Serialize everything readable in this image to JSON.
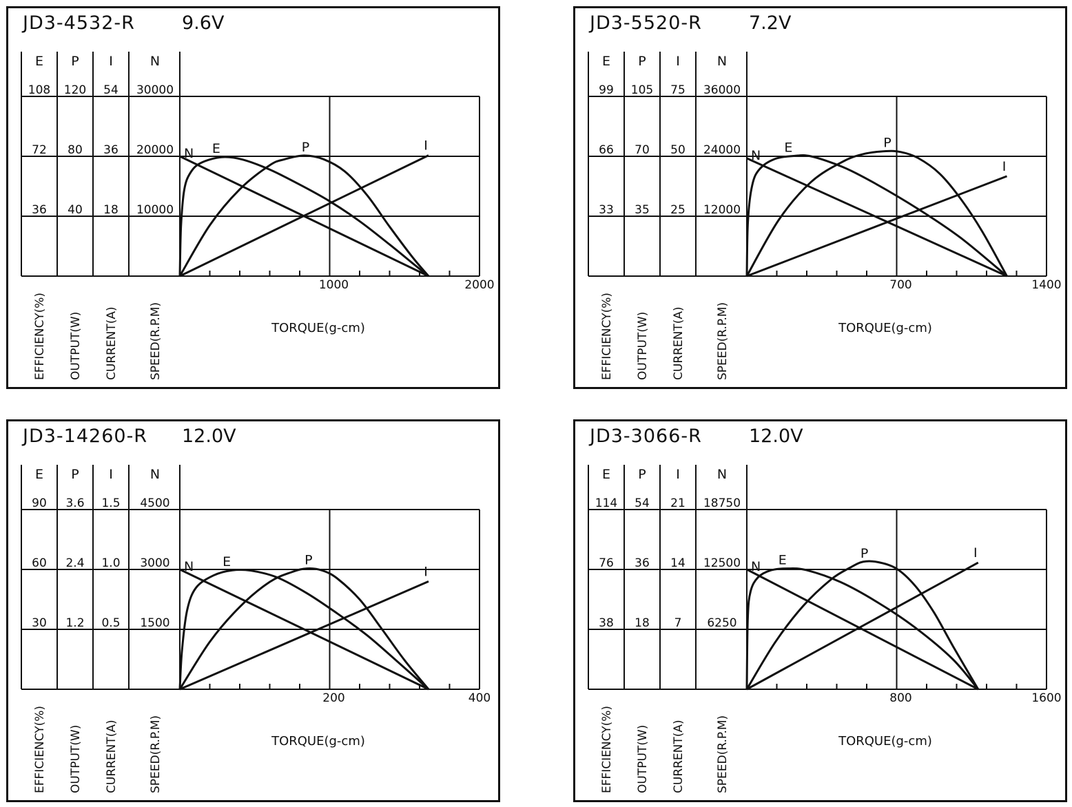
{
  "chart_data": [
    {
      "type": "line",
      "title": "JD3-4532-R",
      "voltage": "9.6V",
      "xlabel": "TORQUE(g-cm)",
      "xlim": [
        0,
        2000
      ],
      "x_tick_labels": [
        "1000",
        "2000"
      ],
      "grid": true,
      "columns": [
        {
          "key": "E",
          "label": "E",
          "axis_label": "EFFICIENCY(%)",
          "max": 108,
          "ticks": [
            "108",
            "72",
            "36"
          ]
        },
        {
          "key": "P",
          "label": "P",
          "axis_label": "OUTPUT(W)",
          "max": 120,
          "ticks": [
            "120",
            "80",
            "40"
          ]
        },
        {
          "key": "I",
          "label": "I",
          "axis_label": "CURRENT(A)",
          "max": 54,
          "ticks": [
            "54",
            "36",
            "18"
          ]
        },
        {
          "key": "N",
          "label": "N",
          "axis_label": "SPEED(R.P.M)",
          "max": 30000,
          "ticks": [
            "30000",
            "20000",
            "10000"
          ]
        }
      ],
      "series": [
        {
          "name": "N",
          "axis": "N",
          "points": [
            [
              0,
              20000
            ],
            [
              1660,
              0
            ]
          ]
        },
        {
          "name": "I",
          "axis": "I",
          "points": [
            [
              0,
              0
            ],
            [
              1660,
              36.3
            ]
          ]
        },
        {
          "name": "P",
          "axis": "P",
          "points": [
            [
              0,
              0
            ],
            [
              200,
              34
            ],
            [
              400,
              58
            ],
            [
              600,
              74
            ],
            [
              700,
              78
            ],
            [
              830,
              80.5
            ],
            [
              960,
              78
            ],
            [
              1100,
              70
            ],
            [
              1250,
              54
            ],
            [
              1400,
              33
            ],
            [
              1550,
              13
            ],
            [
              1660,
              0
            ]
          ]
        },
        {
          "name": "E",
          "axis": "E",
          "points": [
            [
              0,
              0
            ],
            [
              8,
              30
            ],
            [
              30,
              52
            ],
            [
              70,
              62
            ],
            [
              140,
              68
            ],
            [
              280,
              71.5
            ],
            [
              420,
              70
            ],
            [
              600,
              64
            ],
            [
              800,
              55
            ],
            [
              1000,
              45
            ],
            [
              1200,
              33
            ],
            [
              1400,
              19
            ],
            [
              1550,
              8
            ],
            [
              1660,
              0
            ]
          ]
        }
      ]
    },
    {
      "type": "line",
      "title": "JD3-5520-R",
      "voltage": "7.2V",
      "xlabel": "TORQUE(g-cm)",
      "xlim": [
        0,
        1400
      ],
      "x_tick_labels": [
        "700",
        "1400"
      ],
      "grid": true,
      "columns": [
        {
          "key": "E",
          "label": "E",
          "axis_label": "EFFICIENCY(%)",
          "max": 99,
          "ticks": [
            "99",
            "66",
            "33"
          ]
        },
        {
          "key": "P",
          "label": "P",
          "axis_label": "OUTPUT(W)",
          "max": 105,
          "ticks": [
            "105",
            "70",
            "35"
          ]
        },
        {
          "key": "I",
          "label": "I",
          "axis_label": "CURRENT(A)",
          "max": 75,
          "ticks": [
            "75",
            "50",
            "25"
          ]
        },
        {
          "key": "N",
          "label": "N",
          "axis_label": "SPEED(R.P.M)",
          "max": 36000,
          "ticks": [
            "36000",
            "24000",
            "12000"
          ]
        }
      ],
      "series": [
        {
          "name": "N",
          "axis": "N",
          "points": [
            [
              0,
              23600
            ],
            [
              1215,
              0
            ]
          ]
        },
        {
          "name": "I",
          "axis": "I",
          "points": [
            [
              0,
              0
            ],
            [
              1215,
              41.7
            ]
          ]
        },
        {
          "name": "P",
          "axis": "P",
          "points": [
            [
              0,
              0
            ],
            [
              150,
              33
            ],
            [
              300,
              55
            ],
            [
              450,
              67
            ],
            [
              550,
              71.5
            ],
            [
              650,
              73
            ],
            [
              720,
              72.5
            ],
            [
              800,
              69
            ],
            [
              900,
              60
            ],
            [
              1000,
              45
            ],
            [
              1100,
              26
            ],
            [
              1215,
              0
            ]
          ]
        },
        {
          "name": "E",
          "axis": "E",
          "points": [
            [
              0,
              0
            ],
            [
              5,
              30
            ],
            [
              25,
              50
            ],
            [
              60,
              59
            ],
            [
              130,
              64.5
            ],
            [
              220,
              66.2
            ],
            [
              300,
              66
            ],
            [
              450,
              60
            ],
            [
              600,
              51
            ],
            [
              800,
              37
            ],
            [
              1000,
              21
            ],
            [
              1215,
              0
            ]
          ]
        }
      ]
    },
    {
      "type": "line",
      "title": "JD3-14260-R",
      "voltage": "12.0V",
      "xlabel": "TORQUE(g-cm)",
      "xlim": [
        0,
        400
      ],
      "x_tick_labels": [
        "200",
        "400"
      ],
      "grid": true,
      "columns": [
        {
          "key": "E",
          "label": "E",
          "axis_label": "EFFICIENCY(%)",
          "max": 90,
          "ticks": [
            "90",
            "60",
            "30"
          ]
        },
        {
          "key": "P",
          "label": "P",
          "axis_label": "OUTPUT(W)",
          "max": 3.6,
          "ticks": [
            "3.6",
            "2.4",
            "1.2"
          ]
        },
        {
          "key": "I",
          "label": "I",
          "axis_label": "CURRENT(A)",
          "max": 1.5,
          "ticks": [
            "1.5",
            "1.0",
            "0.5"
          ]
        },
        {
          "key": "N",
          "label": "N",
          "axis_label": "SPEED(R.P.M)",
          "max": 4500,
          "ticks": [
            "4500",
            "3000",
            "1500"
          ]
        }
      ],
      "series": [
        {
          "name": "N",
          "axis": "N",
          "points": [
            [
              0,
              3000
            ],
            [
              332,
              0
            ]
          ]
        },
        {
          "name": "I",
          "axis": "I",
          "points": [
            [
              0,
              0
            ],
            [
              332,
              0.9
            ]
          ]
        },
        {
          "name": "P",
          "axis": "P",
          "points": [
            [
              0,
              0
            ],
            [
              40,
              0.95
            ],
            [
              80,
              1.65
            ],
            [
              120,
              2.15
            ],
            [
              150,
              2.35
            ],
            [
              170,
              2.42
            ],
            [
              190,
              2.38
            ],
            [
              210,
              2.22
            ],
            [
              240,
              1.8
            ],
            [
              270,
              1.2
            ],
            [
              300,
              0.58
            ],
            [
              332,
              0
            ]
          ]
        },
        {
          "name": "E",
          "axis": "E",
          "points": [
            [
              0,
              0
            ],
            [
              3,
              20
            ],
            [
              10,
              40
            ],
            [
              22,
              51
            ],
            [
              45,
              57
            ],
            [
              70,
              59.6
            ],
            [
              95,
              59.4
            ],
            [
              130,
              56
            ],
            [
              170,
              48
            ],
            [
              210,
              38
            ],
            [
              250,
              27
            ],
            [
              290,
              14
            ],
            [
              332,
              0
            ]
          ]
        }
      ]
    },
    {
      "type": "line",
      "title": "JD3-3066-R",
      "voltage": "12.0V",
      "xlabel": "TORQUE(g-cm)",
      "xlim": [
        0,
        1600
      ],
      "x_tick_labels": [
        "800",
        "1600"
      ],
      "grid": true,
      "columns": [
        {
          "key": "E",
          "label": "E",
          "axis_label": "EFFICIENCY(%)",
          "max": 114,
          "ticks": [
            "114",
            "76",
            "38"
          ]
        },
        {
          "key": "P",
          "label": "P",
          "axis_label": "OUTPUT(W)",
          "max": 54,
          "ticks": [
            "54",
            "36",
            "18"
          ]
        },
        {
          "key": "I",
          "label": "I",
          "axis_label": "CURRENT(A)",
          "max": 21,
          "ticks": [
            "21",
            "14",
            "7"
          ]
        },
        {
          "key": "N",
          "label": "N",
          "axis_label": "SPEED(R.P.M)",
          "max": 18750,
          "ticks": [
            "18750",
            "12500",
            "6250"
          ]
        }
      ],
      "series": [
        {
          "name": "N",
          "axis": "N",
          "points": [
            [
              0,
              12500
            ],
            [
              1235,
              0
            ]
          ]
        },
        {
          "name": "I",
          "axis": "I",
          "points": [
            [
              0,
              0
            ],
            [
              1235,
              14.8
            ]
          ]
        },
        {
          "name": "P",
          "axis": "P",
          "points": [
            [
              0,
              0
            ],
            [
              150,
              14
            ],
            [
              300,
              25
            ],
            [
              450,
              33
            ],
            [
              550,
              36.5
            ],
            [
              620,
              38.3
            ],
            [
              700,
              38.2
            ],
            [
              800,
              36.2
            ],
            [
              900,
              31
            ],
            [
              1000,
              23
            ],
            [
              1100,
              13
            ],
            [
              1235,
              0
            ]
          ]
        },
        {
          "name": "E",
          "axis": "E",
          "points": [
            [
              0,
              0
            ],
            [
              5,
              45
            ],
            [
              20,
              62
            ],
            [
              60,
              71
            ],
            [
              130,
              75.5
            ],
            [
              220,
              76.6
            ],
            [
              320,
              75.5
            ],
            [
              500,
              68
            ],
            [
              700,
              55
            ],
            [
              900,
              39
            ],
            [
              1100,
              19
            ],
            [
              1235,
              0
            ]
          ]
        }
      ]
    }
  ]
}
